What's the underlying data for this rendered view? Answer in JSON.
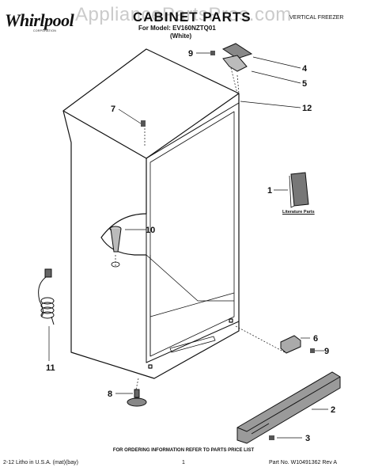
{
  "header": {
    "brand": "Whirlpool",
    "brand_subtitle": "CORPORATION",
    "watermark": "AppliancePartsPros.com",
    "title": "CABINET PARTS",
    "category": "VERTICAL FREEZER",
    "model": "For Model: EV160NZTQ01",
    "color": "(White)"
  },
  "callouts": [
    "9",
    "4",
    "5",
    "7",
    "12",
    "1",
    "10",
    "6",
    "9",
    "11",
    "8",
    "2",
    "3"
  ],
  "literature_label": "Literature Parts",
  "order_note": "FOR ORDERING INFORMATION REFER TO PARTS PRICE LIST",
  "footer": {
    "left": "2-12 Litho in U.S.A. (mat)(bay)",
    "page": "1",
    "right": "Part No. W10491362 Rev A"
  }
}
